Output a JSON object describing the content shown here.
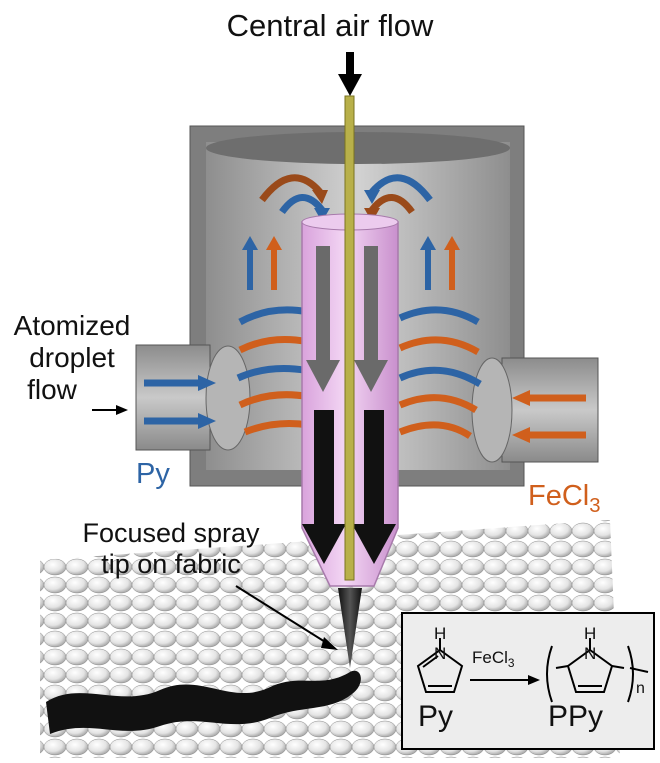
{
  "title": "Central air flow",
  "left_inlet_label": [
    "Atomized",
    "droplet",
    "flow"
  ],
  "left_reagent": "Py",
  "right_reagent": {
    "base": "FeCl",
    "subscript": "3"
  },
  "tip_label": [
    "Focused spray",
    "tip on fabric"
  ],
  "reaction": {
    "reactant": "Py",
    "product": "PPy",
    "reagent": {
      "base": "FeCl",
      "subscript": "3"
    },
    "repeat_index": "n",
    "heteroatom": "N",
    "hydrogen": "H"
  },
  "colors": {
    "py_blue": "#2d64a5",
    "fecl3_orange": "#d05f1c",
    "nozzle_pink": "#e2b6e6",
    "chamber_gray": "#9a9a9a",
    "rod_yellow": "#b8b04a"
  }
}
